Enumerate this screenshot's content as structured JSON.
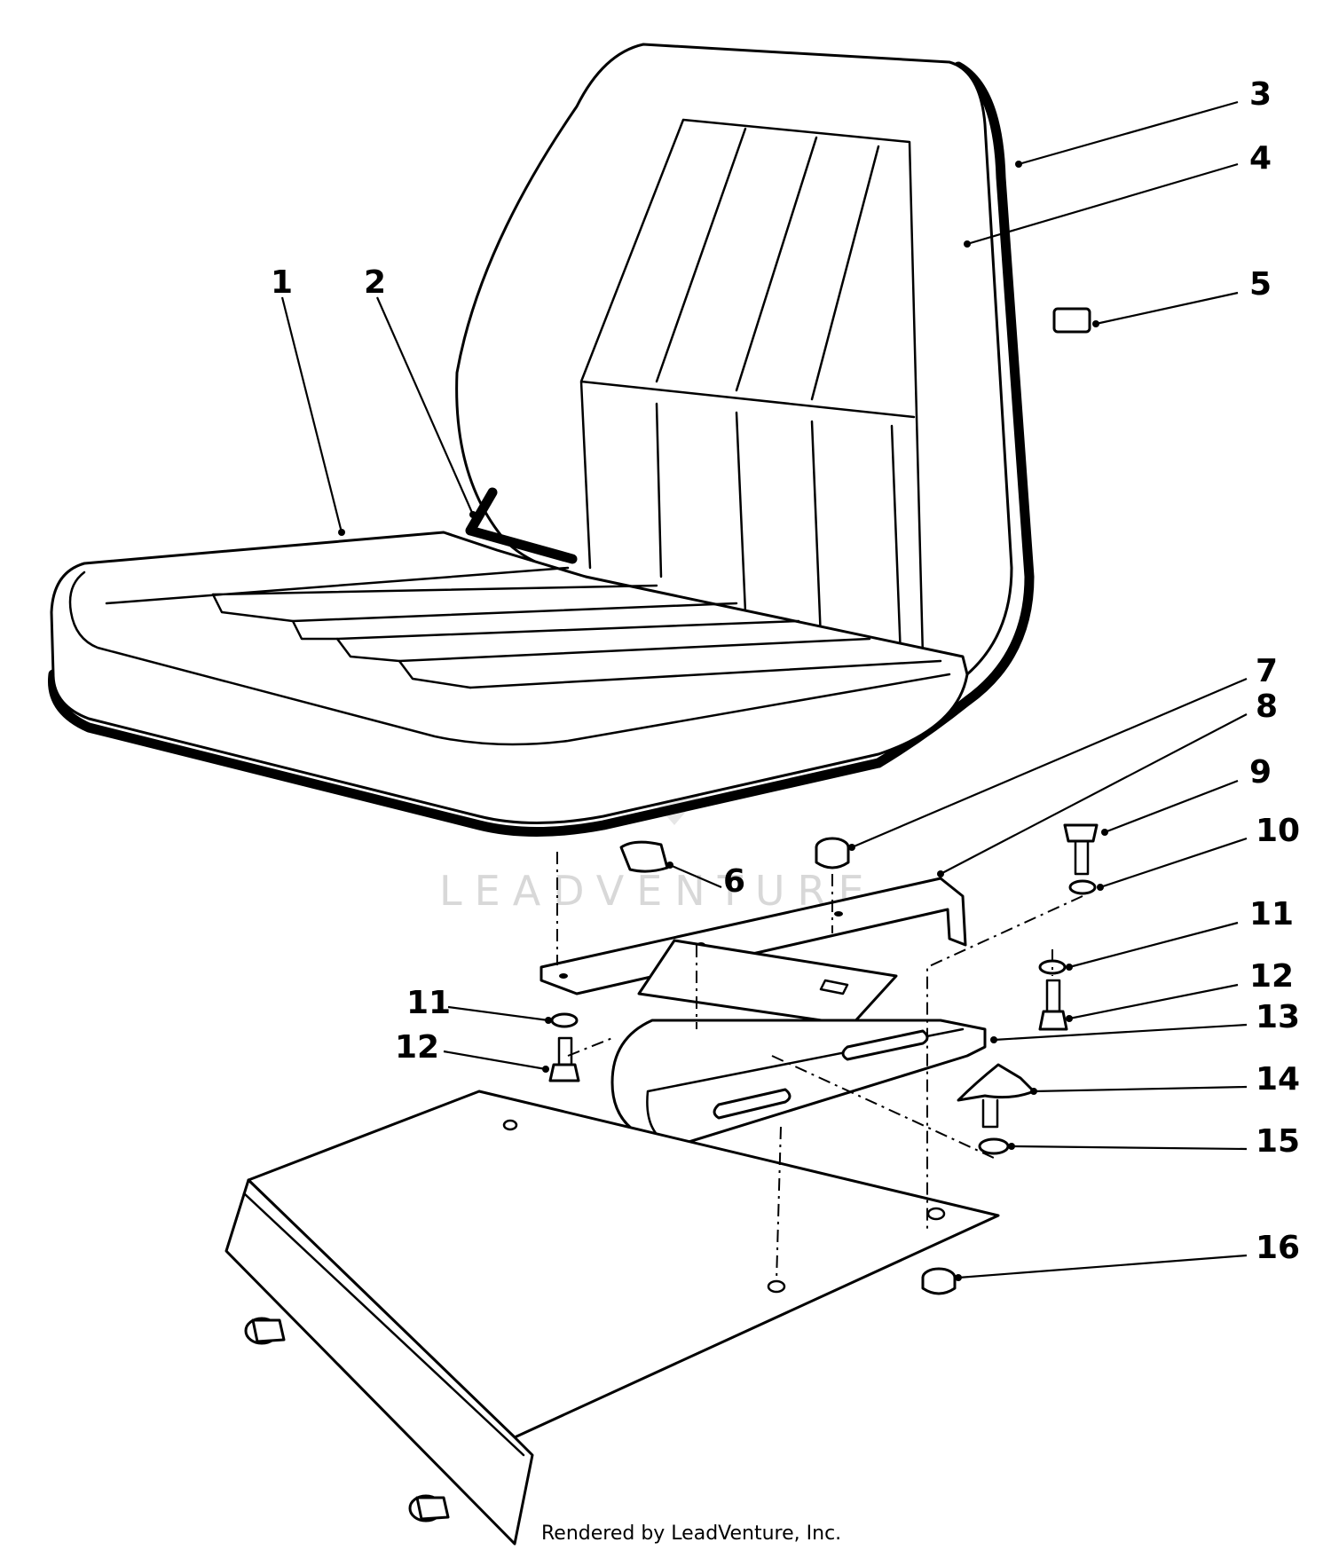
{
  "diagram": {
    "callouts": [
      "1",
      "2",
      "3",
      "4",
      "5",
      "6",
      "7",
      "8",
      "9",
      "10",
      "11",
      "12",
      "13",
      "14",
      "15",
      "16",
      "11",
      "12"
    ],
    "watermark": "LEADVENTURE",
    "credit": "Rendered by LeadVenture, Inc."
  }
}
